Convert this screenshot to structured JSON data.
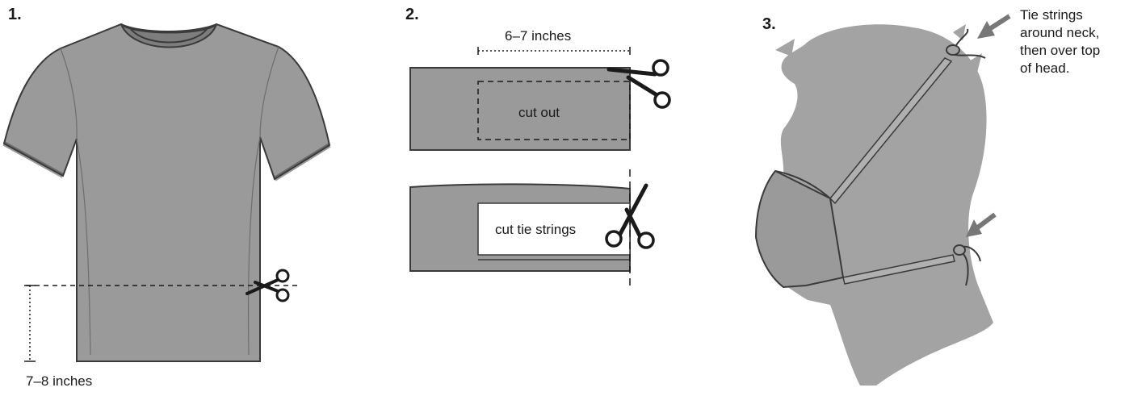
{
  "steps": [
    {
      "number": "1."
    },
    {
      "number": "2."
    },
    {
      "number": "3."
    }
  ],
  "step1": {
    "measure_label": "7–8 inches"
  },
  "step2": {
    "measure_label": "6–7 inches",
    "cut_out_label": "cut out",
    "cut_tie_label": "cut tie strings"
  },
  "step3": {
    "note_lines": [
      "Tie strings",
      "around neck,",
      "then over top",
      "of head."
    ]
  },
  "colors": {
    "fabric_grey": "#9a9a9a",
    "outline": "#3a3a3a",
    "text": "#1a1a1a"
  }
}
